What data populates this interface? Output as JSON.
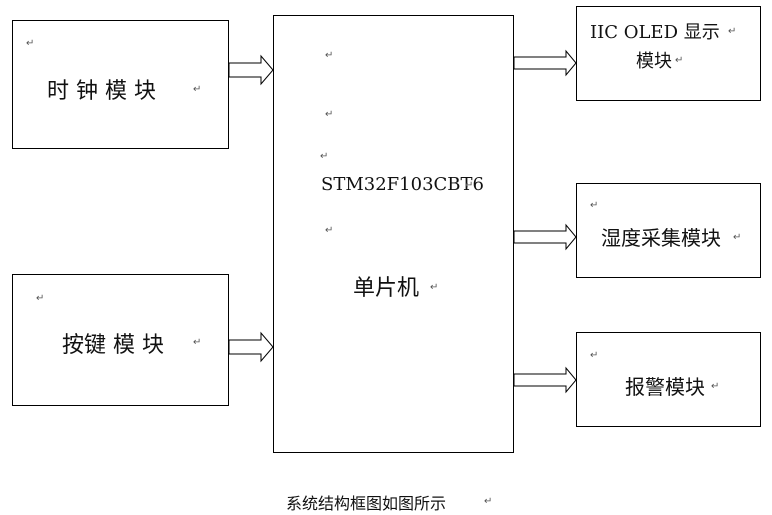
{
  "diagram": {
    "clock_module": "时 钟 模 块",
    "key_module": "按键 模 块",
    "mcu_model": "STM32F103CBT6",
    "mcu_label": "单片机",
    "oled_module_line1": "IIC OLED 显示",
    "oled_module_line2": "模块",
    "humidity_module": "湿度采集模块",
    "alarm_module": "报警模块",
    "caption": "系统结构框图如图所示",
    "paragraph_mark": "↵"
  }
}
